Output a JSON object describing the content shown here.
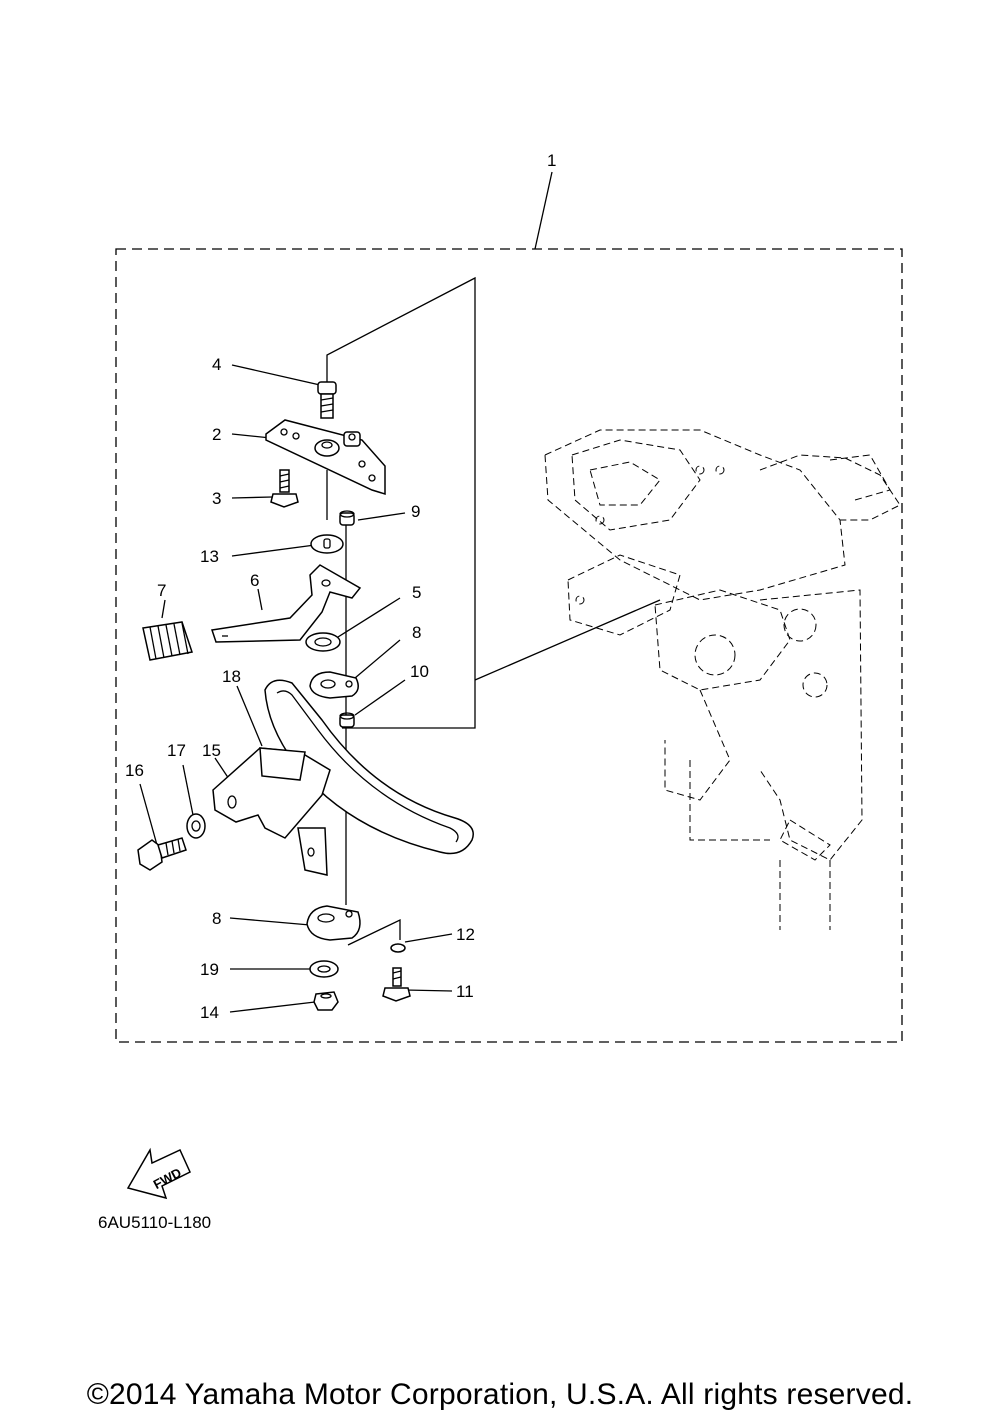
{
  "callouts": {
    "c1": "1",
    "c2": "2",
    "c3": "3",
    "c4": "4",
    "c5": "5",
    "c6": "6",
    "c7": "7",
    "c8a": "8",
    "c8b": "8",
    "c9": "9",
    "c10": "10",
    "c11": "11",
    "c12": "12",
    "c13": "13",
    "c14": "14",
    "c15": "15",
    "c16": "16",
    "c17": "17",
    "c18": "18",
    "c19": "19"
  },
  "fwd_label": "FWD",
  "diagram_code": "6AU5110-L180",
  "copyright": "©2014 Yamaha Motor Corporation, U.S.A. All rights reserved."
}
